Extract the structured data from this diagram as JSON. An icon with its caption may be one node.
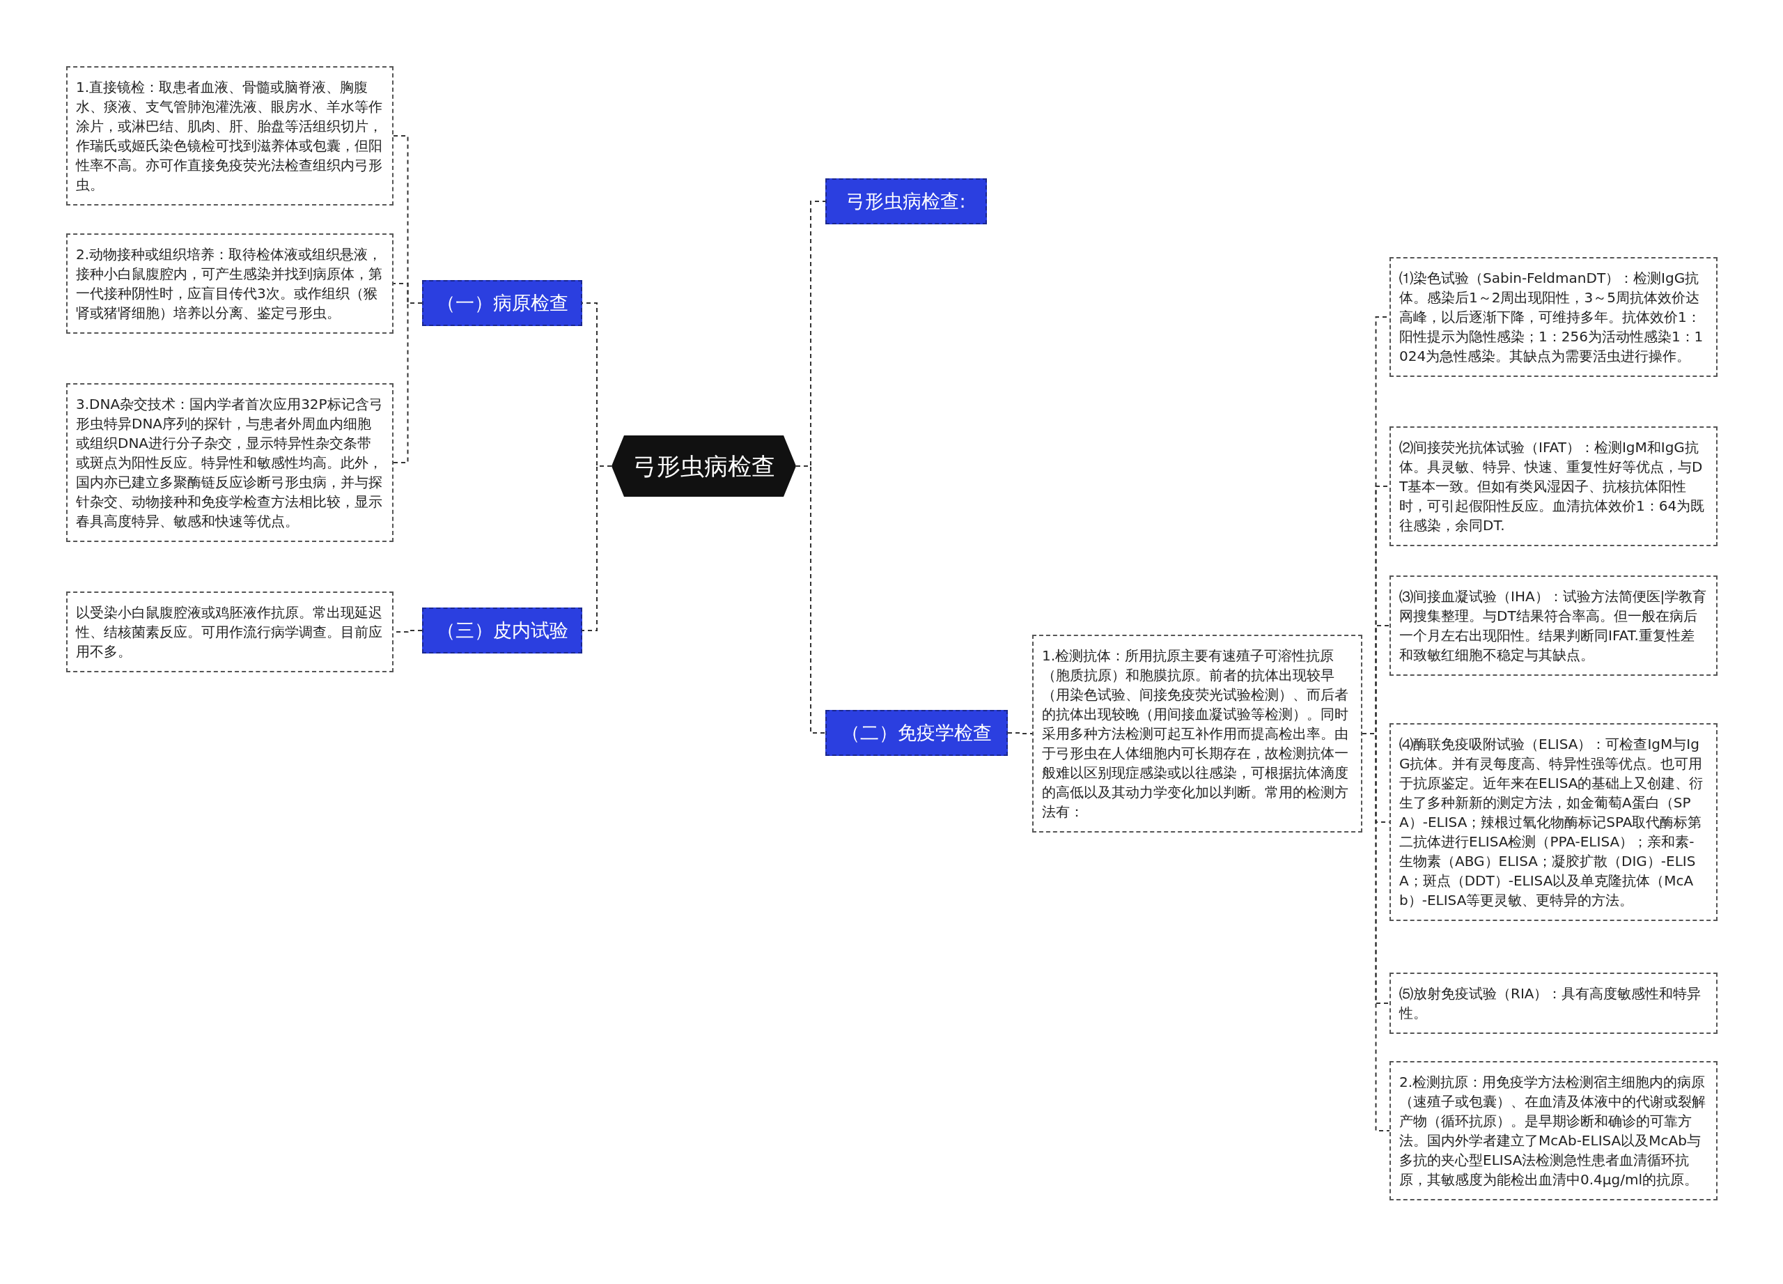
{
  "diagram": {
    "nodes": [
      {
        "text": [
          "弓形虫病检查"
        ]
      },
      {
        "text": [
          "弓形虫病检查:"
        ]
      },
      {
        "text": [
          "（一）病原检查"
        ]
      },
      {
        "text": [
          "1.直接镜检：取患者血液、骨髓或脑脊液、胸腹水、痰液、支气管肺泡灌洗液、眼房水、羊水等作涂片，或淋巴结、肌肉、肝、胎盘等活组织切片，作瑞氏或姬氏染色镜检可找到滋养体或包囊，但阳性率不高。亦可作直接免疫荧光法检查组织内弓形虫。"
        ]
      },
      {
        "text": [
          "2.动物接种或组织培养：取待检体液或组织悬液，接种小白鼠腹腔内，可产生感染并找到病原体，第一代接种阴性时，应盲目传代3次。或作组织（猴肾或猪肾细胞）培养以分离、鉴定弓形虫。"
        ]
      },
      {
        "text": [
          "3.DNA杂交技术：国内学者首次应用32P标记含弓形虫特异DNA序列的探针，与患者外周血内细胞或组织DNA进行分子杂交，显示特异性杂交条带或斑点为阳性反应。特异性和敏感性均高。此外，国内亦已建立多聚酶链反应诊断弓形虫病，并与探针杂交、动物接种和免疫学检查方法相比较，显示春具高度特异、敏感和快速等优点。"
        ]
      },
      {
        "text": [
          "（三）皮内试验"
        ]
      },
      {
        "text": [
          "以受染小白鼠腹腔液或鸡胚液作抗原。常出现延迟性、结核菌素反应。可用作流行病学调查。目前应用不多。"
        ]
      },
      {
        "text": [
          "（二）免疫学检查"
        ]
      },
      {
        "text": [
          "1.检测抗体：所用抗原主要有速殖子可溶性抗原（胞质抗原）和胞膜抗原。前者的抗体出现较早（用染色试验、间接免疫荧光试验检测）、而后者的抗体出现较晚（用间接血凝试验等检测）。同时采用多种方法检测可起互补作用而提高检出率。由于弓形虫在人体细胞内可长期存在，故检测抗体一般难以区别现症感染或以往感染，可根据抗体滴度的高低以及其动力学变化加以判断。常用的检测方法有："
        ]
      },
      {
        "text": [
          "⑴染色试验（Sabin-FeldmanDT）：检测IgG抗体。感染后1～2周出现阳性，3～5周抗体效价达高峰，以后逐渐下降，可维持多年。抗体效价1：阳性提示为隐性感染；1：256为活动性感染1：1024为急性感染。其缺点为需要活虫进行操作。"
        ]
      },
      {
        "text": [
          "⑵间接荧光抗体试验（IFAT）：检测IgM和IgG抗体。具灵敏、特异、快速、重复性好等优点，与DT基本一致。但如有类风湿因子、抗核抗体阳性时，可引起假阳性反应。血清抗体效价1：64为既往感染，余同DT."
        ]
      },
      {
        "text": [
          "⑶间接血凝试验（IHA）：试验方法简便医|学教育网搜集整理。与DT结果符合率高。但一般在病后一个月左右出现阳性。结果判断同IFAT.重复性差和致敏红细胞不稳定与其缺点。"
        ]
      },
      {
        "text": [
          "⑷酶联免疫吸附试验（ELISA）：可检查IgM与IgG抗体。并有灵每度高、特异性强等优点。也可用于抗原鉴定。近年来在ELISA的基础上又创建、衍生了多种新新的测定方法，如金葡萄A蛋白（SPA）-ELISA；辣根过氧化物酶标记SPA取代酶标第二抗体进行ELISA检测（PPA-ELISA）；亲和素-生物素（ABG）ELISA；凝胶扩散（DIG）-ELISA；斑点（DDT）-ELISA以及单克隆抗体（McAb）-ELISA等更灵敏、更特异的方法。"
        ]
      },
      {
        "text": [
          "⑸放射免疫试验（RIA）：具有高度敏感性和特异性。"
        ]
      },
      {
        "text": [
          "2.检测抗原：用免疫学方法检测宿主细胞内的病原（速殖子或包囊）、在血清及体液中的代谢或裂解产物（循环抗原）。是早期诊断和确诊的可靠方法。国内外学者建立了McAb-ELISA以及McAb与多抗的夹心型ELISA法检测急性患者血清循环抗原，其敏感度为能检出血清中0.4μg/ml的抗原。"
        ]
      }
    ],
    "edges": [
      {
        "from": 0,
        "to": 1,
        "arrow": "none"
      },
      {
        "from": 0,
        "to": 2,
        "arrow": "none"
      },
      {
        "from": 2,
        "to": 3,
        "arrow": "none"
      },
      {
        "from": 2,
        "to": 4,
        "arrow": "none"
      },
      {
        "from": 2,
        "to": 5,
        "arrow": "none"
      },
      {
        "from": 0,
        "to": 6,
        "arrow": "none"
      },
      {
        "from": 6,
        "to": 7,
        "arrow": "none"
      },
      {
        "from": 0,
        "to": 8,
        "arrow": "none"
      },
      {
        "from": 8,
        "to": 9,
        "arrow": "none"
      },
      {
        "from": 9,
        "to": 10,
        "arrow": "none"
      },
      {
        "from": 9,
        "to": 11,
        "arrow": "none"
      },
      {
        "from": 9,
        "to": 12,
        "arrow": "none"
      },
      {
        "from": 9,
        "to": 13,
        "arrow": "none"
      },
      {
        "from": 9,
        "to": 14,
        "arrow": "none"
      },
      {
        "from": 9,
        "to": 15,
        "arrow": "none"
      }
    ]
  }
}
